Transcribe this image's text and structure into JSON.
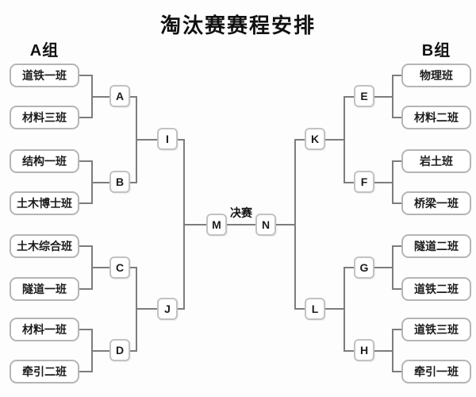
{
  "title": "淘汰赛赛程安排",
  "final_label": "决赛",
  "left_group": {
    "header": "A组",
    "teams": [
      "道铁一班",
      "材料三班",
      "结构一班",
      "土木博士班",
      "土木综合班",
      "隧道一班",
      "材料一班",
      "牵引二班"
    ],
    "round1_nodes": [
      "A",
      "B",
      "C",
      "D"
    ],
    "round2_nodes": [
      "I",
      "J"
    ],
    "final_node": "M"
  },
  "right_group": {
    "header": "B组",
    "teams": [
      "物理班",
      "材料二班",
      "岩土班",
      "桥梁一班",
      "隧道二班",
      "道铁二班",
      "道铁三班",
      "牵引一班"
    ],
    "round1_nodes": [
      "E",
      "F",
      "G",
      "H"
    ],
    "round2_nodes": [
      "K",
      "L"
    ],
    "final_node": "N"
  },
  "colors": {
    "background": "#fdfdfd",
    "line": "#7d7d7d",
    "box_border": "#b5b5b5",
    "node_border": "#c2c2c2",
    "text": "#1c1c1c"
  }
}
